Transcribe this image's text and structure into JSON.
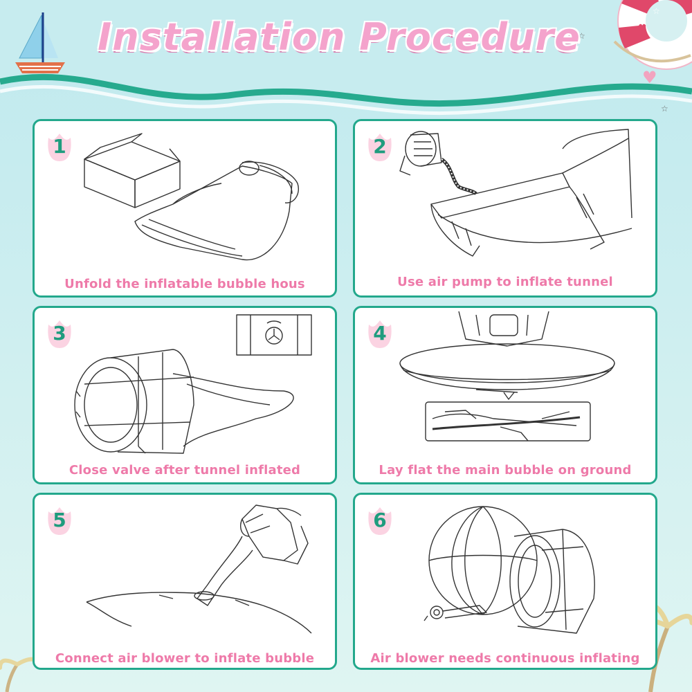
{
  "header": {
    "title": "Installation Procedure"
  },
  "steps": [
    {
      "number": "1",
      "caption": "Unfold the inflatable bubble hous",
      "icon": "unfold-bubble-illustration"
    },
    {
      "number": "2",
      "caption": "Use air pump to inflate tunnel",
      "icon": "air-pump-illustration"
    },
    {
      "number": "3",
      "caption": "Close valve after tunnel inflated",
      "icon": "close-valve-illustration"
    },
    {
      "number": "4",
      "caption": "Lay flat the main bubble on ground",
      "icon": "lay-flat-illustration"
    },
    {
      "number": "5",
      "caption": "Connect air blower to inflate bubble",
      "icon": "connect-blower-illustration"
    },
    {
      "number": "6",
      "caption": "Air blower needs continuous inflating",
      "icon": "continuous-inflating-illustration"
    }
  ],
  "colors": {
    "accent_teal": "#23a88c",
    "caption_pink": "#ee7aa9",
    "title_pink": "#f4a3cc",
    "sky": "#cdeef1"
  }
}
